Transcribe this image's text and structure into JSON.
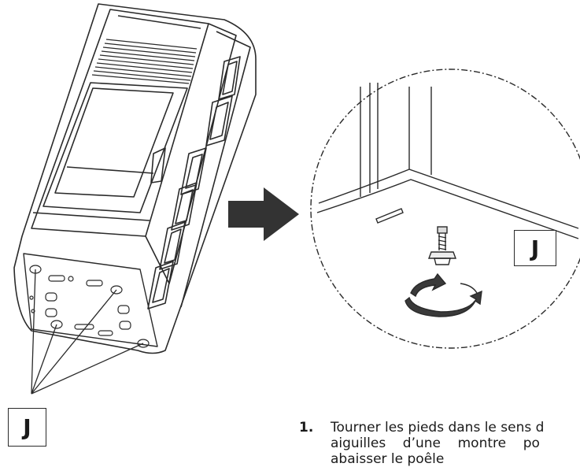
{
  "callouts": {
    "left_label": "J",
    "right_label": "J"
  },
  "instructions": {
    "step_number": "1.",
    "line1": "Tourner les pieds dans le sens d",
    "line2": "aiguilles    d’une    montre    po",
    "line3": "abaisser le poêle"
  },
  "colors": {
    "line": "#2a2a2a",
    "arrow": "#333333",
    "background": "#ffffff"
  },
  "icons": {
    "arrow": "right-arrow-icon",
    "rotate": "rotate-arrows-icon"
  }
}
